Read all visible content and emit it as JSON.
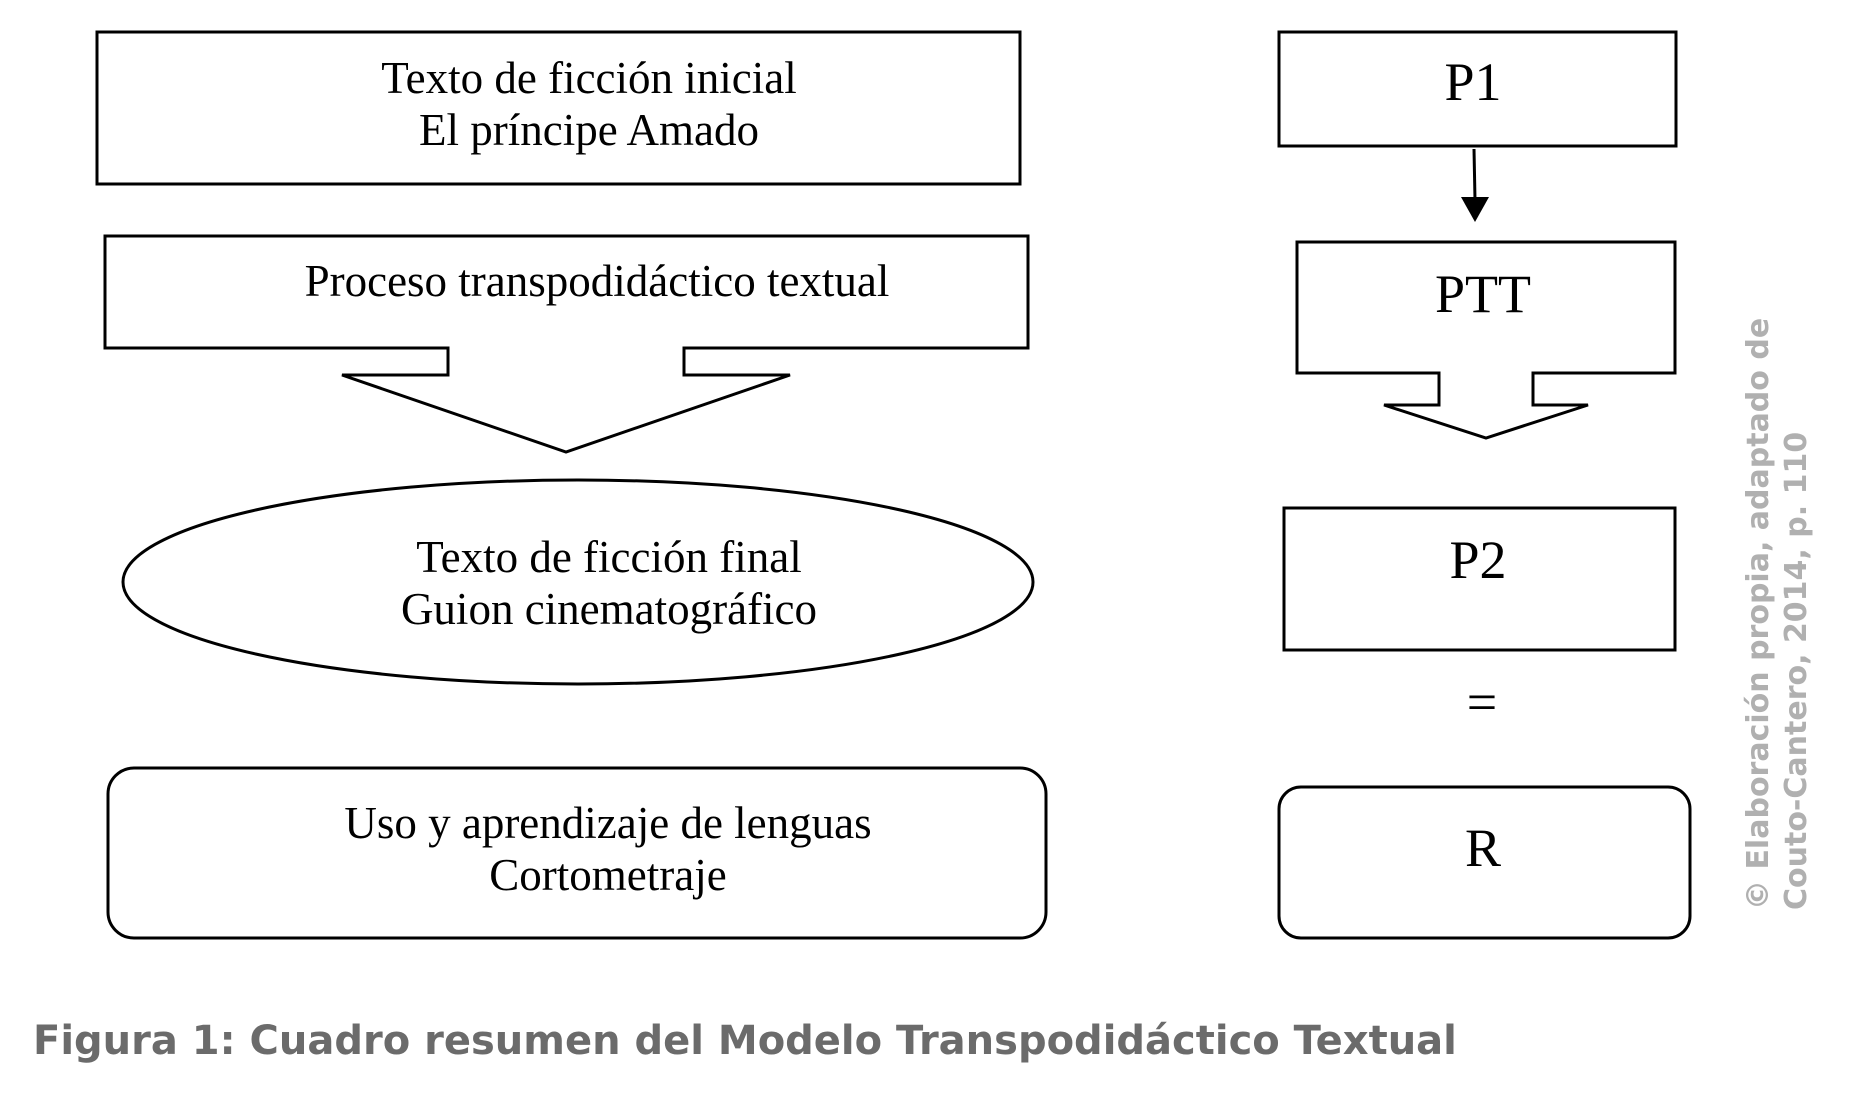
{
  "diagram": {
    "left_column": {
      "initial_text": {
        "line1": "Texto de ficción inicial",
        "line2": "El príncipe Amado"
      },
      "process": {
        "label": "Proceso transpodidáctico textual"
      },
      "final_text": {
        "line1": "Texto de ficción final",
        "line2": "Guion cinematográfico"
      },
      "language_use": {
        "line1": "Uso y aprendizaje de lenguas",
        "line2": "Cortometraje"
      }
    },
    "right_column": {
      "p1": "P1",
      "ptt": "PTT",
      "p2": "P2",
      "equals": "=",
      "r": "R"
    }
  },
  "caption": "Figura 1: Cuadro resumen del Modelo Transpodidáctico Textual",
  "credit": {
    "line1": "© Elaboración propia, adaptado de",
    "line2": "Couto-Cantero, 2014, p. 110"
  }
}
